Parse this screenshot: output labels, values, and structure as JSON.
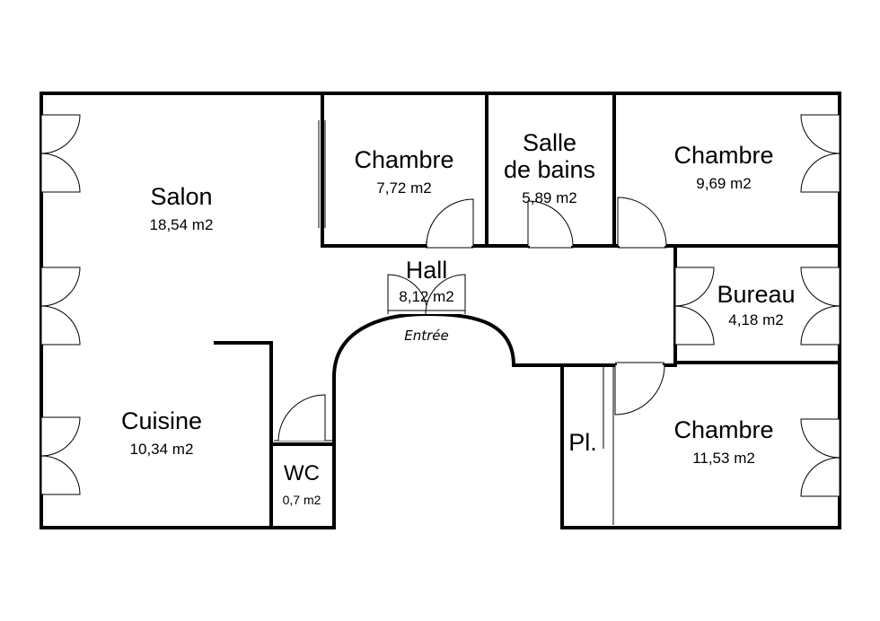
{
  "rooms": {
    "salon": {
      "name": "Salon",
      "area": "18,54 m2"
    },
    "chambre1": {
      "name": "Chambre",
      "area": "7,72 m2"
    },
    "sdb": {
      "name_line1": "Salle",
      "name_line2": "de bains",
      "area": "5,89 m2"
    },
    "chambre2": {
      "name": "Chambre",
      "area": "9,69 m2"
    },
    "hall": {
      "name": "Hall",
      "area": "8,12 m2"
    },
    "bureau": {
      "name": "Bureau",
      "area": "4,18 m2"
    },
    "cuisine": {
      "name": "Cuisine",
      "area": "10,34 m2"
    },
    "wc": {
      "name": "WC",
      "area": "0,7 m2"
    },
    "placard": {
      "name": "Pl."
    },
    "chambre3": {
      "name": "Chambre",
      "area": "11,53 m2"
    }
  },
  "entrance": {
    "label": "Entrée"
  },
  "colors": {
    "wall": "#000000",
    "background": "#ffffff"
  }
}
